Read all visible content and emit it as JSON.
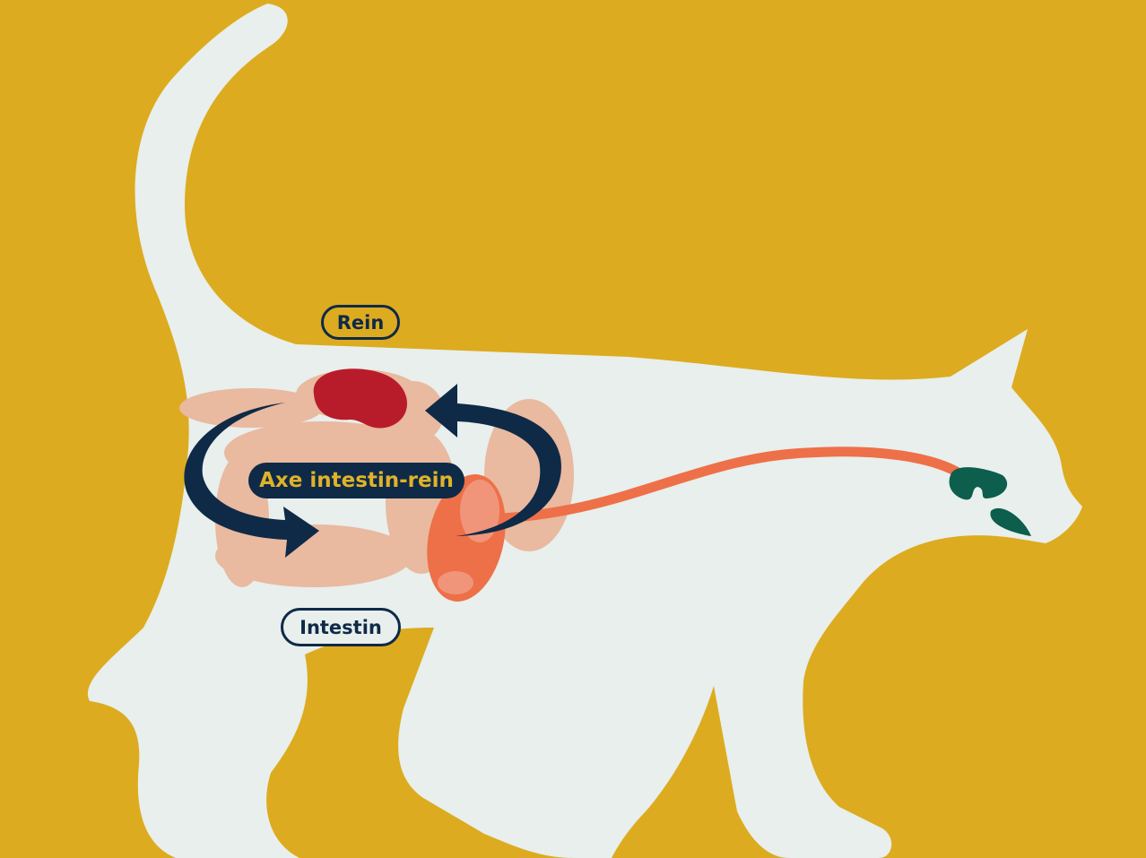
{
  "labels": {
    "kidney": "Rein",
    "intestine": "Intestin",
    "axis": "Axe intestin-rein"
  },
  "colors": {
    "background": "#ddab1f",
    "cat": "#e8efec",
    "intestine": "#e9b9a0",
    "kidney": "#b81c2b",
    "stomach": "#ee7048",
    "mouth": "#0d5e4c",
    "arrow": "#0e2a47"
  }
}
